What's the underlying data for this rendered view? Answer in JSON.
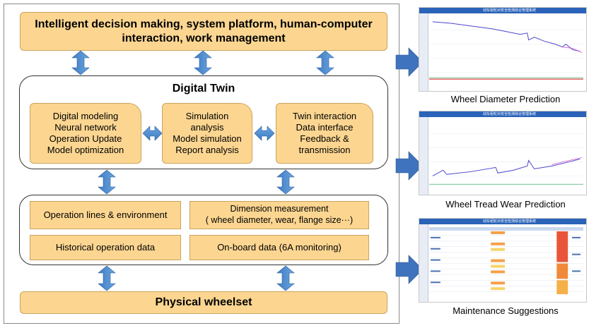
{
  "top_box": "Intelligent decision making, system platform, human-computer\ninteraction, work management",
  "digital_twin": {
    "title": "Digital Twin",
    "modeling": "Digital modeling\nNeural network\nOperation Update\nModel optimization",
    "simulation": "Simulation\nanalysis\nModel simulation\nReport analysis",
    "interaction": "Twin interaction\nData interface\nFeedback &\ntransmission"
  },
  "data_layer": {
    "lines_env": "Operation lines & environment",
    "dimension": "Dimension measurement\n( wheel diameter, wear, flange size···)",
    "historical": "Historical operation data",
    "onboard": "On-board data (6A monitoring)"
  },
  "bottom_box": "Physical wheelset",
  "screens": {
    "header_title": "动车组轮对安全检测综合管理系统",
    "diameter_caption": "Wheel Diameter Prediction",
    "wear_caption": "Wheel Tread Wear Prediction",
    "maintenance_caption": "Maintenance Suggestions"
  },
  "colors": {
    "box_fill": "#fcd691",
    "arrow_blue": "#4a86c8",
    "screen_header": "#2a63b8"
  }
}
